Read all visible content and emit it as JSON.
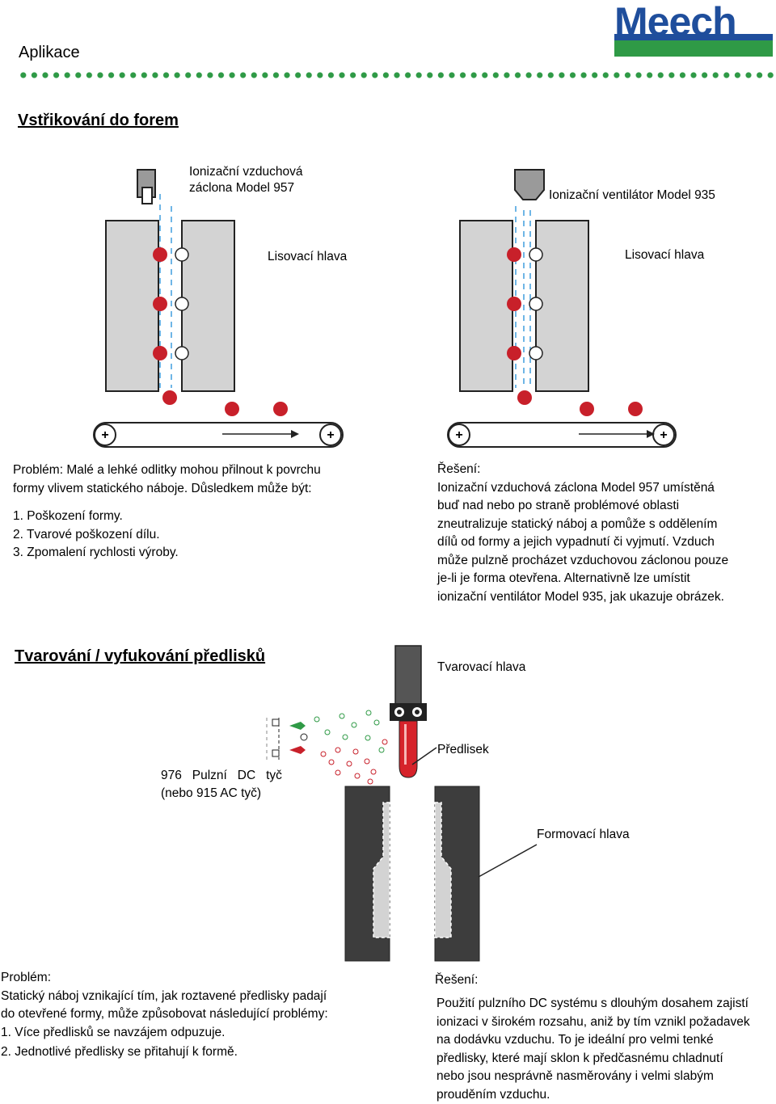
{
  "header": {
    "title": "Aplikace",
    "logo_text": "Meech"
  },
  "section1": {
    "title": "Vstřikování do forem",
    "left_label_curtain_1": "Ionizační vzduchová",
    "left_label_curtain_2": "záclona Model 957",
    "left_label_head": "Lisovací hlava",
    "right_label_fan": "Ionizační ventilátor Model 935",
    "right_label_head": "Lisovací hlava",
    "problem_lines": [
      "Problém: Malé a lehké odlitky mohou přilnout k povrchu",
      "formy vlivem statického náboje. Důsledkem může být:",
      "1. Poškození formy.",
      "2. Tvarové poškození dílu.",
      "3. Zpomalení rychlosti výroby."
    ],
    "solution_lines": [
      "Řešení:",
      "Ionizační vzduchová záclona Model 957 umístěná",
      "buď nad nebo po straně problémové oblasti",
      "zneutralizuje statický náboj a pomůže s oddělením",
      "dílů od formy a jejich vypadnutí či vyjmutí. Vzduch",
      "může pulzně procházet vzduchovou záclonou pouze",
      "je-li je forma otevřena. Alternativně lze umístit",
      "ionizační ventilátor Model 935, jak ukazuje obrázek."
    ]
  },
  "section2": {
    "title": "Tvarování / vyfukování předlisků",
    "label_head": "Tvarovací hlava",
    "label_preform": "Předlisek",
    "label_bar_1": "976   Pulzní   DC   tyč",
    "label_bar_2": "(nebo 915 AC tyč)",
    "label_mold": "Formovací hlava",
    "problem_lines": [
      "Problém:",
      "Statický náboj vznikající  tím, jak roztavené předlisky padají",
      "do otevřené formy, může způsobovat následující problémy:",
      "1. Více předlisků se navzájem odpuzuje.",
      "2. Jednotlivé předlisky se přitahují k formě."
    ],
    "solution_title": "Řešení:",
    "solution_lines": [
      "Použití pulzního DC systému s dlouhým dosahem zajistí",
      "ionizaci v širokém rozsahu, aniž by tím vznikl požadavek",
      "na dodávku vzduchu. To je ideální pro velmi tenké",
      "předlisky, které mají sklon k předčasnému chladnutí",
      "nebo jsou nesprávně nasměrovány i velmi slabým",
      "prouděním vzduchu."
    ]
  },
  "colors": {
    "green": "#2f9a46",
    "blue": "#1f4e9c",
    "red": "#c8202a",
    "mold_gray": "#d3d3d3",
    "dark_mold": "#3d3d3d",
    "air_blue": "#6fb6e6"
  }
}
